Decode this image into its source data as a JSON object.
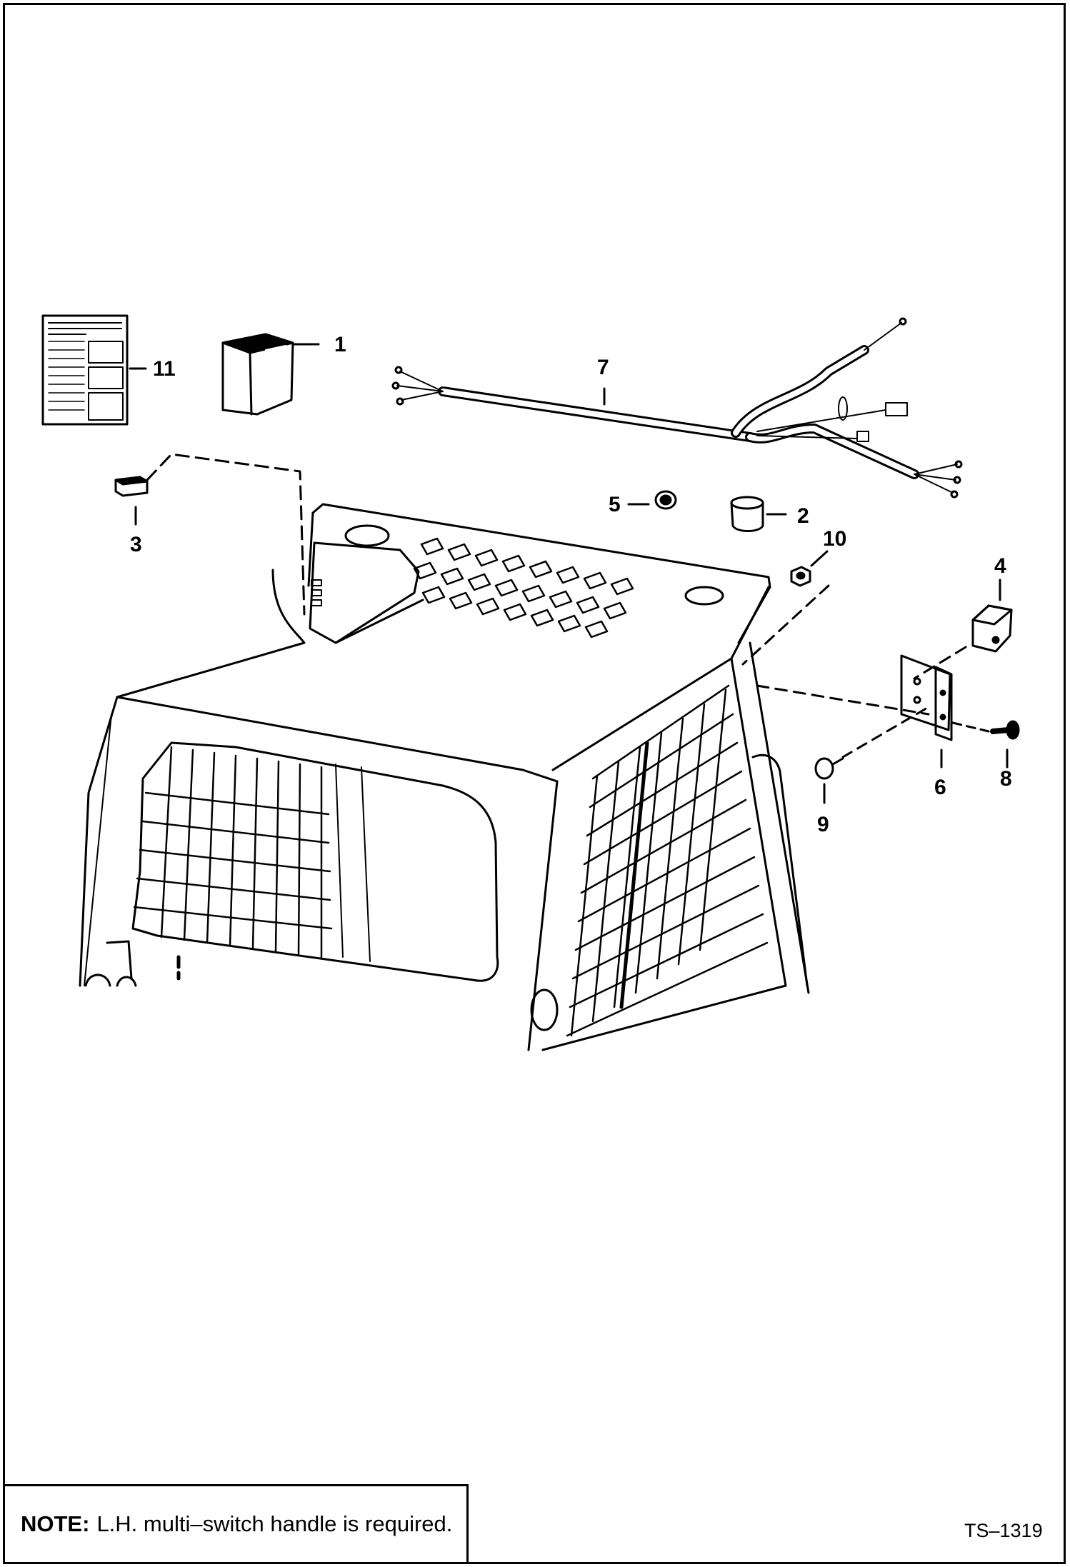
{
  "callouts": {
    "c1": "1",
    "c2": "2",
    "c3": "3",
    "c4": "4",
    "c5": "5",
    "c6": "6",
    "c7": "7",
    "c8": "8",
    "c9": "9",
    "c10": "10",
    "c11": "11"
  },
  "note": {
    "label": "NOTE:",
    "text": "L.H. multi–switch handle is required."
  },
  "drawing_id": "TS–1319"
}
